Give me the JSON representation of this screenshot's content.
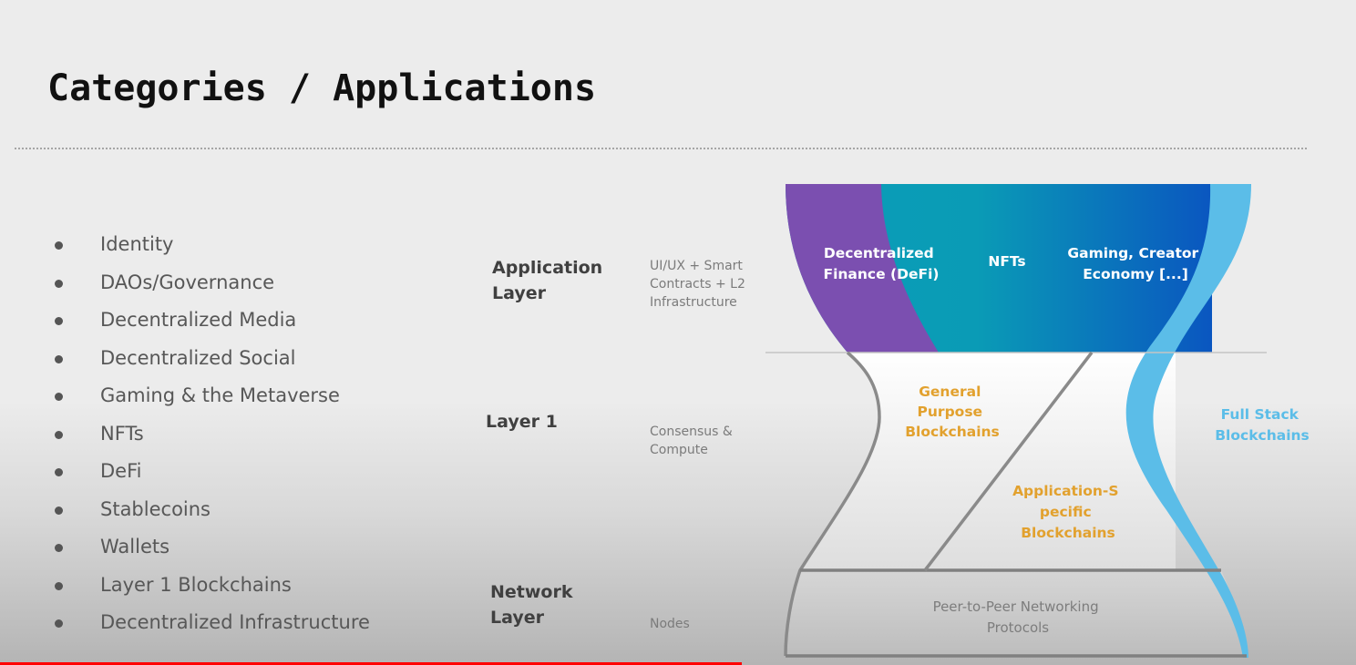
{
  "slide": {
    "title": "Categories / Applications",
    "categories": [
      "Identity",
      "DAOs/Governance",
      "Decentralized Media",
      "Decentralized Social",
      "Gaming & the Metaverse",
      "NFTs",
      "DeFi",
      "Stablecoins",
      "Wallets",
      "Layer 1 Blockchains",
      "Decentralized Infrastructure"
    ],
    "layers": [
      {
        "name_line1": "Application",
        "name_line2": "Layer",
        "desc": [
          "UI/UX + Smart",
          "Contracts + L2",
          "Infrastructure"
        ]
      },
      {
        "name_line1": "Layer 1",
        "name_line2": "",
        "desc": [
          "Consensus &",
          "Compute"
        ]
      },
      {
        "name_line1": "Network",
        "name_line2": "Layer",
        "desc": [
          "Nodes"
        ]
      }
    ],
    "diagram": {
      "defi": [
        "Decentralized",
        "Finance (DeFi)"
      ],
      "nfts": "NFTs",
      "gaming": [
        "Gaming, Creator",
        "Economy [...]"
      ],
      "general_purpose": [
        "General",
        "Purpose",
        "Blockchains"
      ],
      "app_specific": [
        "Application-S",
        "pecific",
        "Blockchains"
      ],
      "full_stack": [
        "Full Stack",
        "Blockchains"
      ],
      "p2p": [
        "Peer-to-Peer Networking",
        "Protocols"
      ],
      "colors": {
        "defi": "#7b4fb0",
        "nfts": "#0a9eb8",
        "gaming_end": "#0a56c0",
        "full_stack": "#5bbde8",
        "orange_text": "#e2a12e",
        "outline": "#888888"
      }
    }
  },
  "video": {
    "progress_fraction": 0.547
  }
}
